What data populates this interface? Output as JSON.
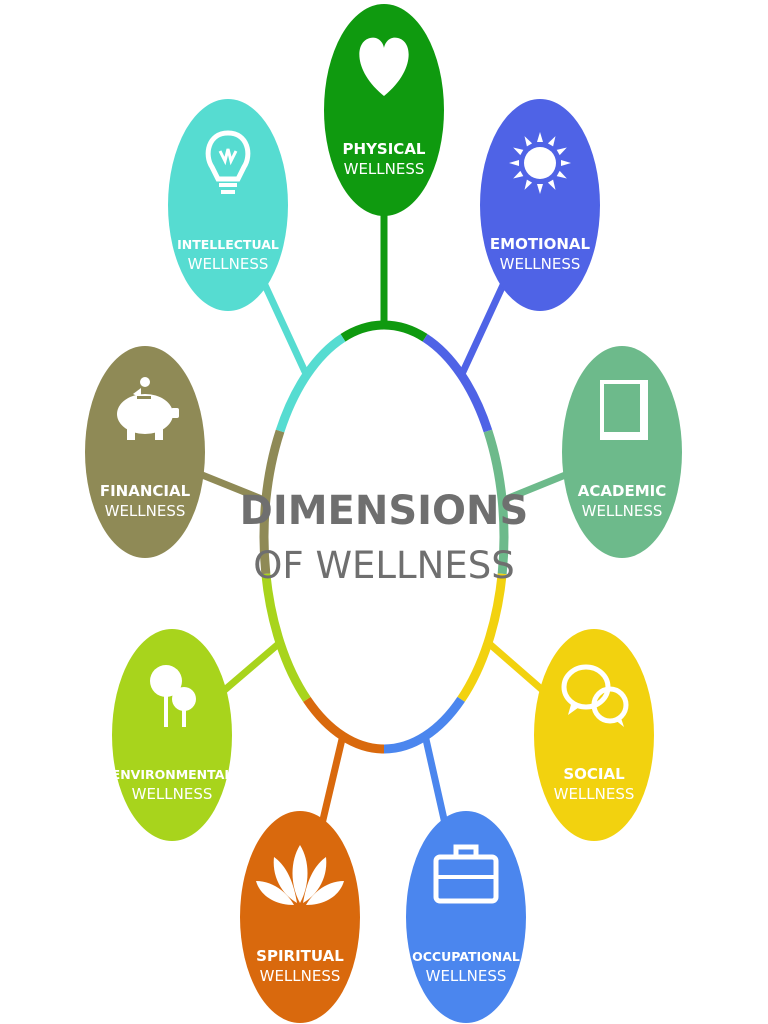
{
  "center": {
    "title": "DIMENSIONS",
    "subtitle": "OF WELLNESS"
  },
  "dimensions": [
    {
      "title": "PHYSICAL",
      "subtitle": "WELLNESS",
      "color": "#0f9a0f",
      "icon": "heart-icon"
    },
    {
      "title": "EMOTIONAL",
      "subtitle": "WELLNESS",
      "color": "#4f63e6",
      "icon": "sun-icon"
    },
    {
      "title": "ACADEMIC",
      "subtitle": "WELLNESS",
      "color": "#6dba8b",
      "icon": "book-icon"
    },
    {
      "title": "SOCIAL",
      "subtitle": "WELLNESS",
      "color": "#f2d20f",
      "icon": "speech-bubbles-icon"
    },
    {
      "title": "OCCUPATIONAL",
      "subtitle": "WELLNESS",
      "color": "#4b86ee",
      "icon": "briefcase-icon"
    },
    {
      "title": "SPIRITUAL",
      "subtitle": "WELLNESS",
      "color": "#d9690d",
      "icon": "lotus-icon"
    },
    {
      "title": "ENVIRONMENTAL",
      "subtitle": "WELLNESS",
      "color": "#a8d41c",
      "icon": "trees-icon"
    },
    {
      "title": "FINANCIAL",
      "subtitle": "WELLNESS",
      "color": "#8f8a56",
      "icon": "piggy-bank-icon"
    },
    {
      "title": "INTELLECTUAL",
      "subtitle": "WELLNESS",
      "color": "#56dcd1",
      "icon": "lightbulb-icon"
    }
  ]
}
